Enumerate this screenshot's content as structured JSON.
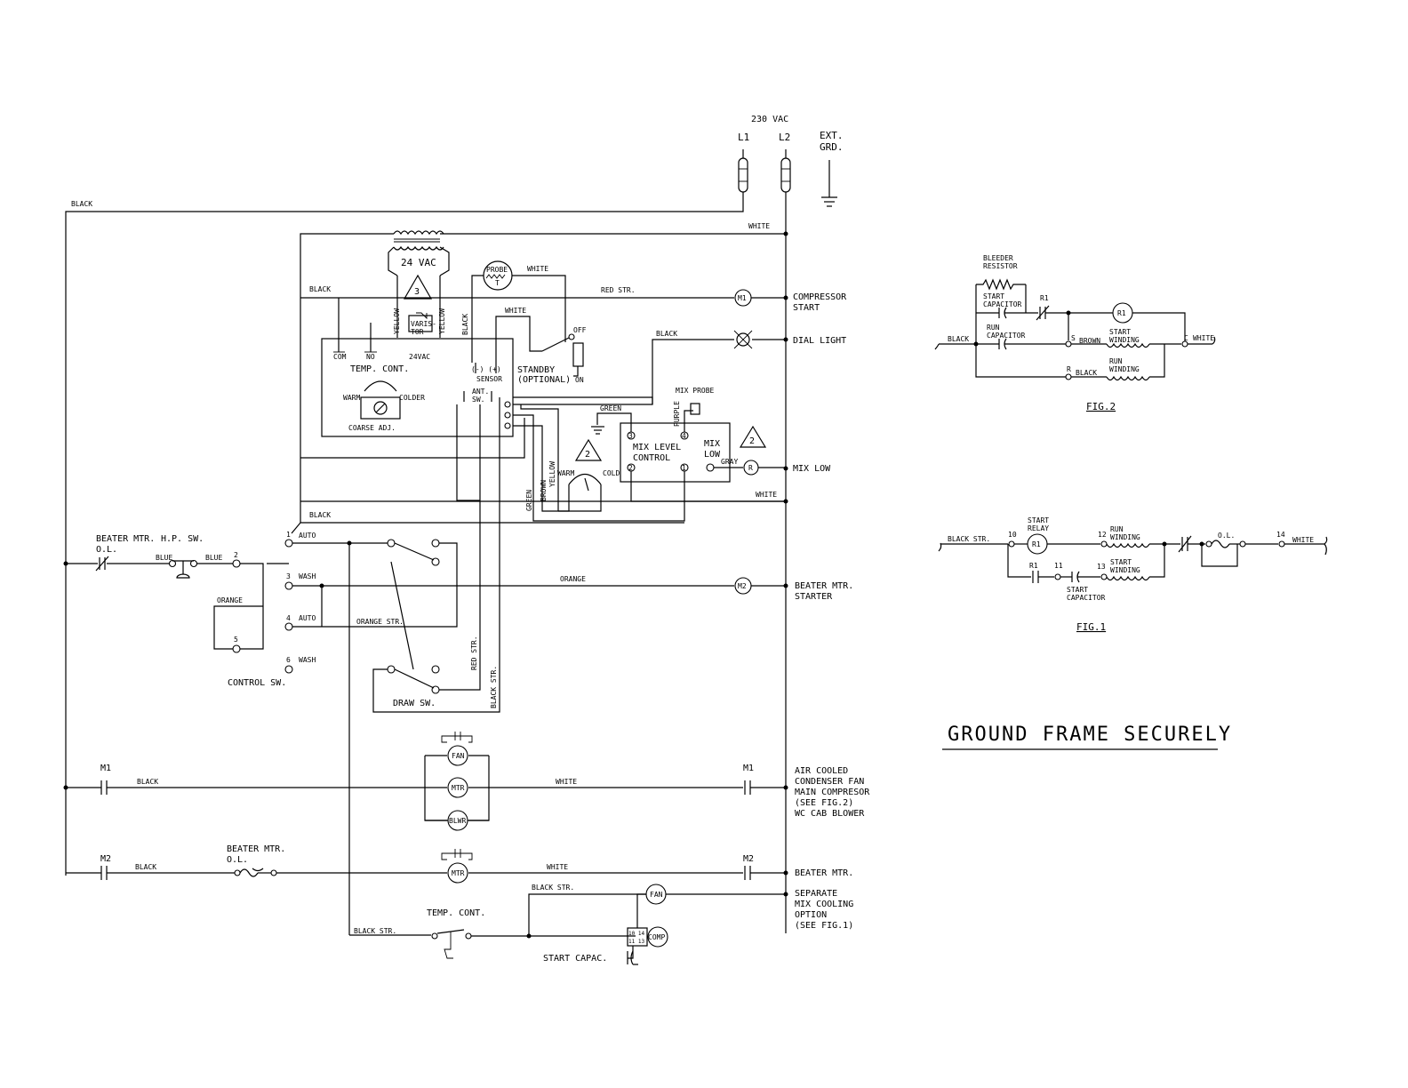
{
  "supply": {
    "voltage": "230 VAC",
    "l1": "L1",
    "l2": "L2",
    "ext_grd_1": "EXT.",
    "ext_grd_2": "GRD."
  },
  "transformer": {
    "label": "24 VAC"
  },
  "warnings": {
    "tri_3": "3",
    "tri_2": "2"
  },
  "wires": {
    "black": "BLACK",
    "white": "WHITE",
    "red_str": "RED STR.",
    "yellow": "YELLOW",
    "green": "GREEN",
    "brown": "BROWN",
    "purple": "PURPLE",
    "gray": "GRAY",
    "blue": "BLUE",
    "orange": "ORANGE",
    "orange_str": "ORANGE STR.",
    "black_str": "BLACK STR."
  },
  "temp_control": {
    "com": "COM",
    "no": "NO",
    "vac24": "24VAC",
    "title": "TEMP. CONT.",
    "warm": "WARM",
    "colder": "COLDER",
    "coarse": "COARSE ADJ.",
    "varistor_1": "VARIS-",
    "varistor_2": "TOR",
    "sensor_pins": "(-) (+)",
    "sensor": "SENSOR",
    "ant_sw_1": "ANT.",
    "ant_sw_2": "SW."
  },
  "probe": {
    "label_1": "PROBE",
    "label_2": "T"
  },
  "standby": {
    "label_1": "STANDBY",
    "label_2": "(OPTIONAL)",
    "off": "OFF",
    "on": "ON"
  },
  "mix_level": {
    "title_1": "MIX LEVEL",
    "title_2": "CONTROL",
    "low_1": "MIX",
    "low_2": "LOW",
    "probe": "MIX PROBE",
    "t3": "3",
    "t4": "4",
    "t2": "2",
    "t1": "1",
    "warm": "WARM",
    "cold": "COLD"
  },
  "right_labels": {
    "compressor_1": "COMPRESSOR",
    "compressor_2": "START",
    "dial_light": "DIAL LIGHT",
    "mix_low": "MIX LOW",
    "beater_starter_1": "BEATER MTR.",
    "beater_starter_2": "STARTER",
    "air_1": "AIR COOLED",
    "air_2": "CONDENSER FAN",
    "air_3": "MAIN COMPRESOR",
    "air_4": "(SEE FIG.2)",
    "air_5": "WC CAB BLOWER",
    "beater_mtr": "BEATER MTR.",
    "sep_1": "SEPARATE",
    "sep_2": "MIX COOLING",
    "sep_3": "OPTION",
    "sep_4": "(SEE FIG.1)"
  },
  "relays": {
    "m1": "M1",
    "m2": "M2",
    "r": "R"
  },
  "control_sw": {
    "beater_1": "BEATER MTR.",
    "beater_2": "O.L.",
    "hp_sw": "H.P. SW.",
    "p1": "1",
    "p2": "2",
    "p3": "3",
    "p4": "4",
    "p5": "5",
    "p6": "6",
    "auto": "AUTO",
    "wash": "WASH",
    "title": "CONTROL SW.",
    "draw_sw": "DRAW SW."
  },
  "motors": {
    "fan": "FAN",
    "mtr": "MTR",
    "blwr": "BLWR",
    "comp": "COMP",
    "comp_pins": "10 14\n11 13"
  },
  "bottom": {
    "beater_ol_1": "BEATER MTR.",
    "beater_ol_2": "O.L.",
    "temp_cont": "TEMP. CONT.",
    "start_capac": "START CAPAC."
  },
  "fig2": {
    "bleeder_1": "BLEEDER",
    "bleeder_2": "RESISTOR",
    "start_cap_1": "START",
    "start_cap_2": "CAPACITOR",
    "run_cap_1": "RUN",
    "run_cap_2": "CAPACITOR",
    "r1": "R1",
    "r1_coil": "R1",
    "s": "S",
    "r": "R",
    "c": "C",
    "start_w_1": "START",
    "start_w_2": "WINDING",
    "run_w_1": "RUN",
    "run_w_2": "WINDING",
    "title": "FIG.2"
  },
  "fig1": {
    "black_str": "BLACK STR.",
    "n10": "10",
    "relay_1": "START",
    "relay_2": "RELAY",
    "coil": "R1",
    "n12": "12",
    "run_w_1": "RUN",
    "run_w_2": "WINDING",
    "ol": "O.L.",
    "n14": "14",
    "r1": "R1",
    "n11": "11",
    "n13": "13",
    "start_w_1": "START",
    "start_w_2": "WINDING",
    "cap_1": "START",
    "cap_2": "CAPACITOR",
    "title": "FIG.1"
  },
  "notice": "GROUND FRAME SECURELY"
}
